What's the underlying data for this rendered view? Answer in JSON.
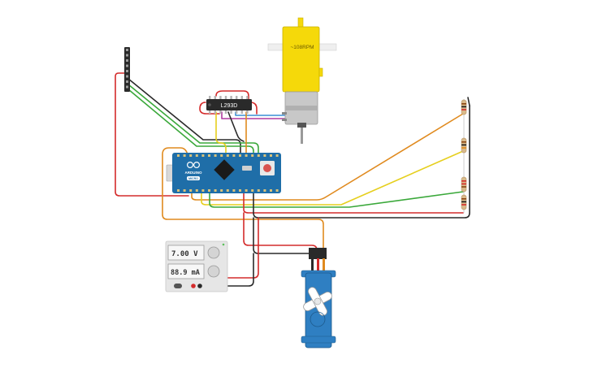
{
  "canvas": {
    "background": "#ffffff"
  },
  "motor": {
    "label": "~108RPM",
    "body_color": "#f5d90a",
    "gear_color": "#c8c8c8"
  },
  "driver_chip": {
    "label": "L293D",
    "color": "#2a2a2a"
  },
  "arduino": {
    "board_color": "#1f6ea8",
    "logo_text": "ARDUINO",
    "model_text": "MICRO",
    "reset_color": "#d9534f"
  },
  "power_supply": {
    "voltage_text": "7.00 V",
    "current_text": "88.9 mA",
    "body_color": "#e6e6e6"
  },
  "servo": {
    "body_color": "#2f7fc2",
    "horn_color": "#ffffff"
  },
  "wires": {
    "red": "#d42b2b",
    "black": "#2a2a2a",
    "green": "#3aa83a",
    "orange": "#e08a1e",
    "yellow": "#e6cf1e",
    "blue": "#3a8fd6",
    "magenta": "#b03aa0"
  },
  "header_strip": {
    "color": "#2a2a2a"
  },
  "resistors": {
    "body_color": "#d9b98a",
    "count": 4
  }
}
